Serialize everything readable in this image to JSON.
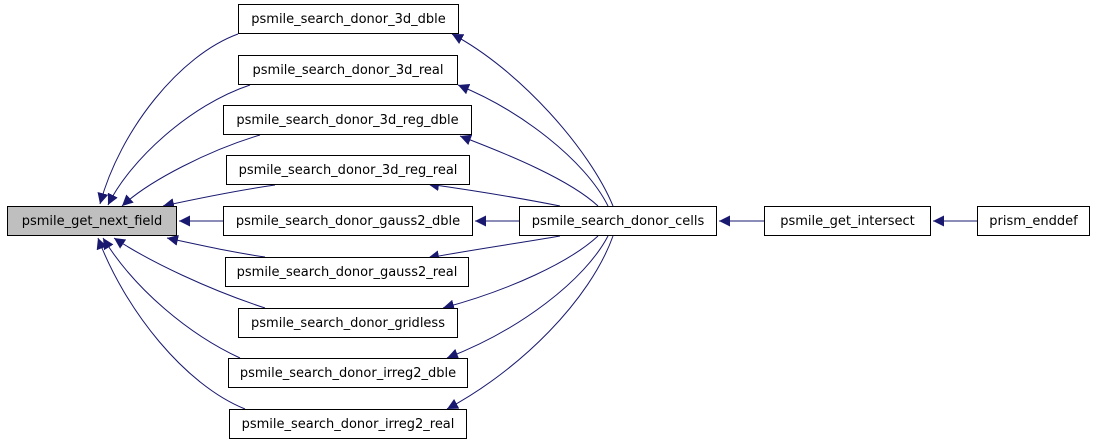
{
  "graph": {
    "edge_color": "#191970",
    "root_fill": "#bfbfbf",
    "nodes": {
      "get_next_field": "psmile_get_next_field",
      "d3_dble": "psmile_search_donor_3d_dble",
      "d3_real": "psmile_search_donor_3d_real",
      "d3_reg_dble": "psmile_search_donor_3d_reg_dble",
      "d3_reg_real": "psmile_search_donor_3d_reg_real",
      "gauss2_dble": "psmile_search_donor_gauss2_dble",
      "gauss2_real": "psmile_search_donor_gauss2_real",
      "gridless": "psmile_search_donor_gridless",
      "irreg2_dble": "psmile_search_donor_irreg2_dble",
      "irreg2_real": "psmile_search_donor_irreg2_real",
      "donor_cells": "psmile_search_donor_cells",
      "get_intersect": "psmile_get_intersect",
      "enddef": "prism_enddef"
    },
    "edges": [
      [
        "d3_dble",
        "get_next_field"
      ],
      [
        "d3_real",
        "get_next_field"
      ],
      [
        "d3_reg_dble",
        "get_next_field"
      ],
      [
        "d3_reg_real",
        "get_next_field"
      ],
      [
        "gauss2_dble",
        "get_next_field"
      ],
      [
        "gauss2_real",
        "get_next_field"
      ],
      [
        "gridless",
        "get_next_field"
      ],
      [
        "irreg2_dble",
        "get_next_field"
      ],
      [
        "irreg2_real",
        "get_next_field"
      ],
      [
        "donor_cells",
        "d3_dble"
      ],
      [
        "donor_cells",
        "d3_real"
      ],
      [
        "donor_cells",
        "d3_reg_dble"
      ],
      [
        "donor_cells",
        "d3_reg_real"
      ],
      [
        "donor_cells",
        "gauss2_dble"
      ],
      [
        "donor_cells",
        "gauss2_real"
      ],
      [
        "donor_cells",
        "gridless"
      ],
      [
        "donor_cells",
        "irreg2_dble"
      ],
      [
        "donor_cells",
        "irreg2_real"
      ],
      [
        "get_intersect",
        "donor_cells"
      ],
      [
        "enddef",
        "get_intersect"
      ]
    ]
  }
}
